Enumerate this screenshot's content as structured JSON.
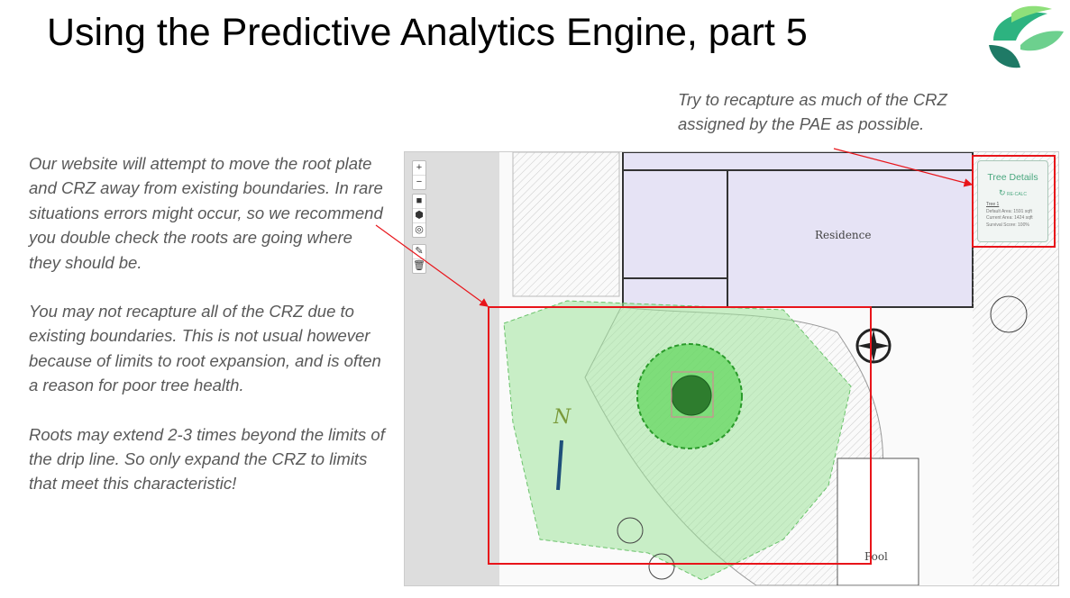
{
  "title": "Using the Predictive Analytics Engine, part 5",
  "callout_top": [
    "Try to recapture as much of the CRZ",
    "assigned by the PAE as possible."
  ],
  "left_paragraphs": [
    "Our website will attempt to move the root plate and CRZ away from existing boundaries. In rare situations errors might occur, so we recommend you double check the roots are going where they should be.",
    "You may not recapture all of the CRZ due to existing boundaries.  This is not usual however because of limits to root expansion, and is often a reason for poor tree health.",
    "Roots may extend 2-3 times beyond the limits of the drip line.  So only expand the CRZ to limits that meet this characteristic!"
  ],
  "map": {
    "controls": {
      "zoom_in": "+",
      "zoom_out": "−"
    },
    "labels": {
      "residence": "Residence",
      "pool": "Pool",
      "north": "N"
    },
    "tree_details": {
      "heading": "Tree Details",
      "recalc": "RE-CALC",
      "tree_name": "Tree 1",
      "default_area": "Default Area: 1591 sqft",
      "current_area": "Current Area: 1424 sqft",
      "survival_score": "Survival Score: 100%"
    }
  },
  "colors": {
    "accent_red": "#e8141a",
    "crz_green": "#9fe39a",
    "brand_green": "#4aa77f",
    "residence": "#e6e3f5"
  }
}
